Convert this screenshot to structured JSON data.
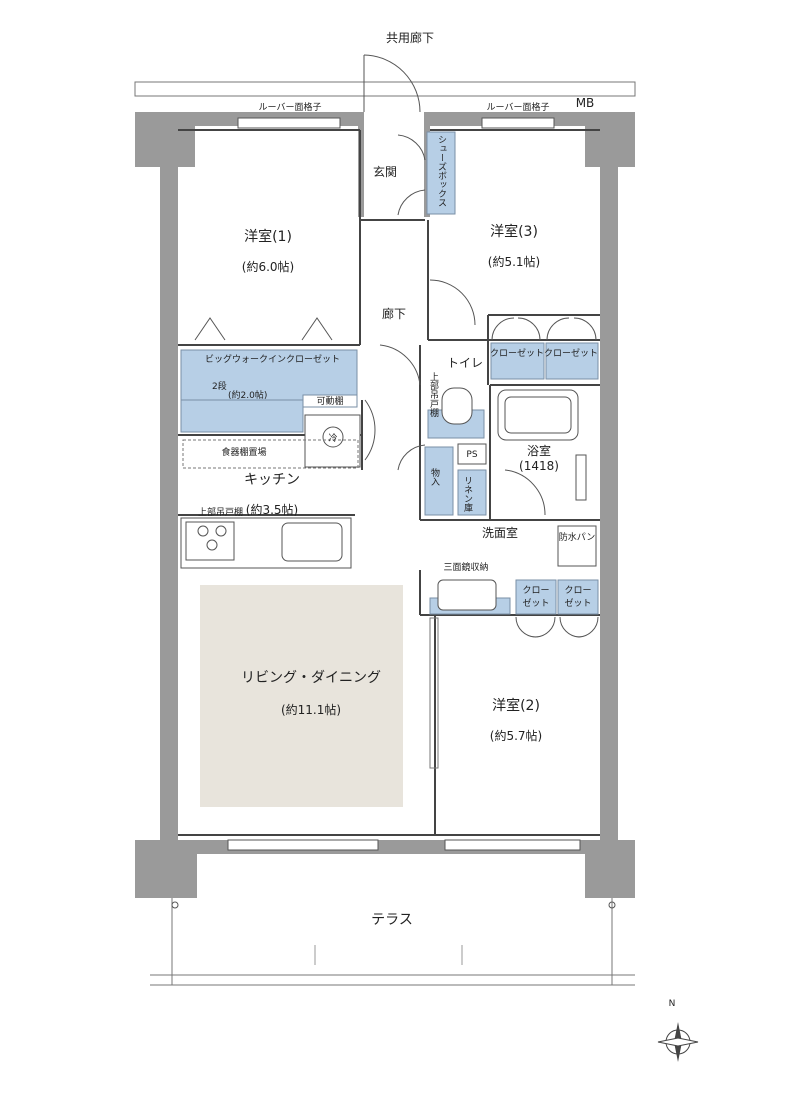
{
  "labels": {
    "corridor_shared": "共用廊下",
    "louver_left": "ルーバー面格子",
    "louver_right": "ルーバー面格子",
    "mb": "MB",
    "entrance": "玄関",
    "shoebox": "シューズボックス",
    "western1_name": "洋室(1)",
    "western1_size": "(約6.0帖)",
    "western3_name": "洋室(3)",
    "western3_size": "(約5.1帖)",
    "hallway": "廊下",
    "big_walkin": "ビッグウォークインクローゼット",
    "two_tier": "2段",
    "walkin_size": "(約2.0帖)",
    "movable_shelf": "可動棚",
    "toilet": "トイレ",
    "upper_cabinet_v": "上部吊戸棚",
    "closet_a": "クローゼット",
    "closet_b": "クローゼット",
    "fridge": "冷",
    "dish_shelf": "食器棚置場",
    "ps": "PS",
    "bath_name": "浴室",
    "bath_size": "(1418)",
    "kitchen_name": "キッチン",
    "kitchen_size": "(約3.5帖)",
    "storage": "物入",
    "linen": "リネン庫",
    "upper_cabinet": "上部吊戸棚",
    "washroom": "洗面室",
    "waterproof_pan": "防水パン",
    "mirror_storage": "三面鏡収納",
    "closet_c1": "クロー",
    "closet_c2": "ゼット",
    "closet_d1": "クロー",
    "closet_d2": "ゼット",
    "living_name": "リビング・ダイニング",
    "living_size": "(約11.1帖)",
    "western2_name": "洋室(2)",
    "western2_size": "(約5.7帖)",
    "terrace": "テラス",
    "north": "N"
  },
  "colors": {
    "wall": "#9a9a9a",
    "storage_blue": "#b7cfe6",
    "living_floor": "#e8e4dc"
  }
}
